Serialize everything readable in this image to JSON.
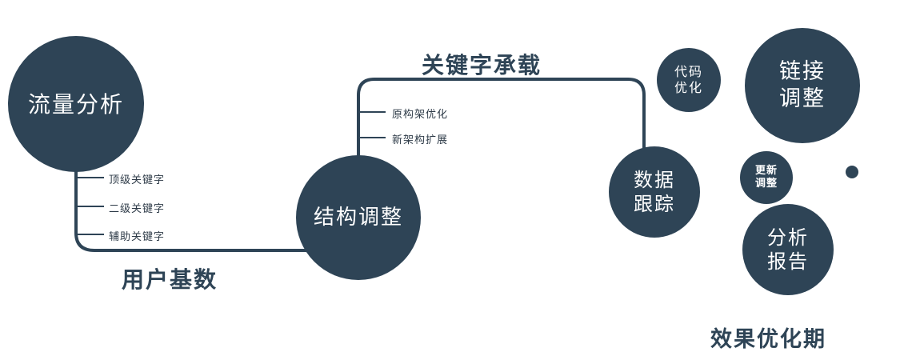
{
  "diagram": {
    "nodes": {
      "traffic": {
        "label": "流量分析"
      },
      "structure": {
        "label": "结构调整"
      },
      "data_tracking": {
        "line1": "数据",
        "line2": "跟踪"
      },
      "code_optimization": {
        "line1": "代码",
        "line2": "优化"
      },
      "link_adjustment": {
        "line1": "链接",
        "line2": "调整"
      },
      "update_adjustment": {
        "line1": "更新",
        "line2": "调整"
      },
      "analysis_report": {
        "line1": "分析",
        "line2": "报告"
      }
    },
    "edge_labels": {
      "user_base": "用户基数",
      "keyword_carry": "关键字承载"
    },
    "branches": {
      "traffic_keywords": [
        "顶级关键字",
        "二级关键字",
        "辅助关键字"
      ],
      "structure_items": [
        "原构架优化",
        "新架构扩展"
      ]
    },
    "caption": "效果优化期",
    "colors": {
      "node_fill": "#2e4456",
      "line": "#2e4456",
      "label_text": "#2e4456",
      "node_text": "#ffffff",
      "background": "#ffffff"
    }
  }
}
